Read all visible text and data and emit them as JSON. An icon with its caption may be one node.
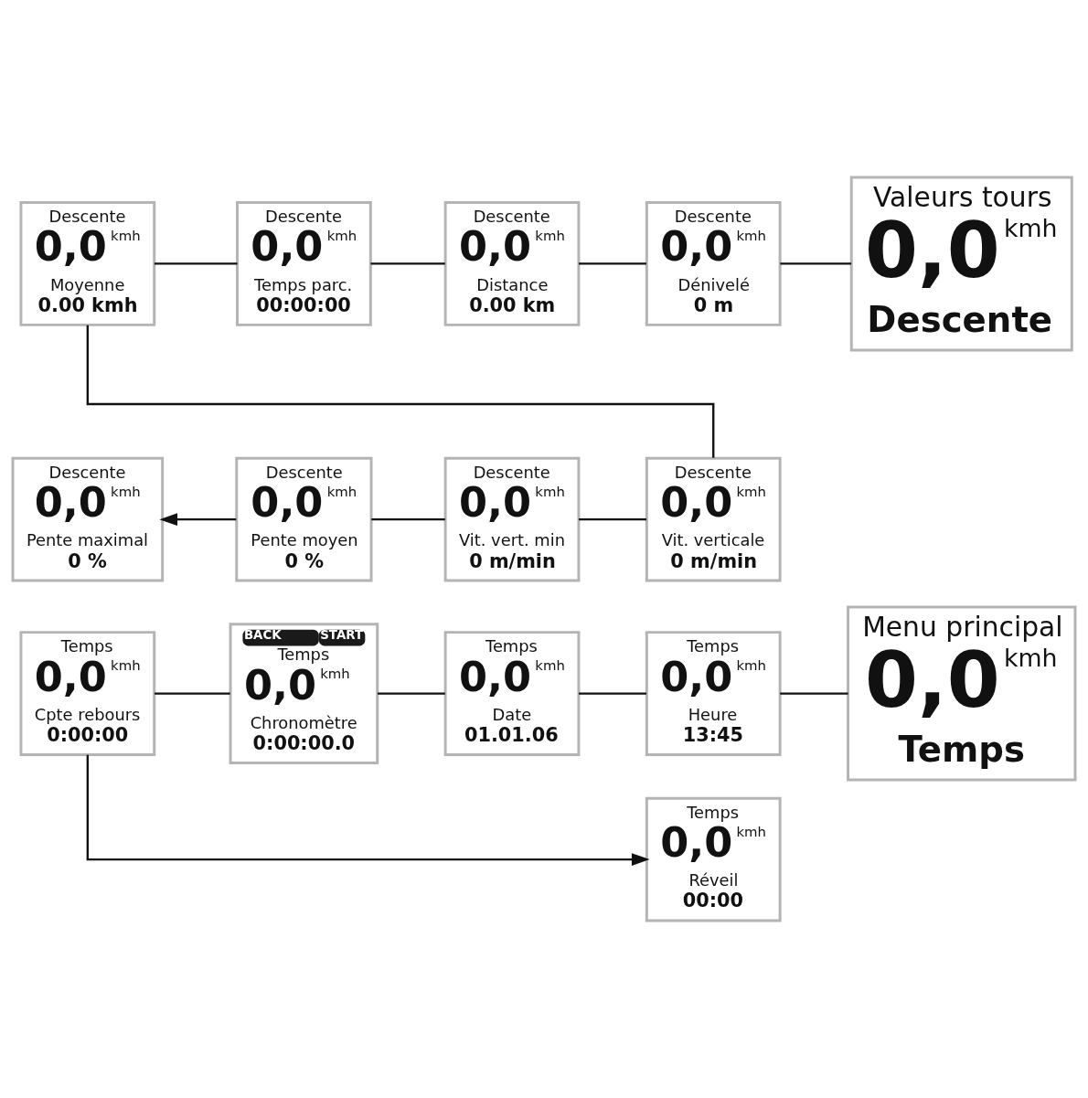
{
  "diagram": {
    "nodes": [
      {
        "text": [
          "Valeurs tours",
          "0,0",
          "kmh",
          "Descente"
        ]
      },
      {
        "text": [
          "Descente",
          "0,0",
          "kmh",
          "Moyenne",
          "0.00 kmh"
        ]
      },
      {
        "text": [
          "Descente",
          "0,0",
          "kmh",
          "Temps parc.",
          "00:00:00"
        ]
      },
      {
        "text": [
          "Descente",
          "0,0",
          "kmh",
          "Distance",
          "0.00 km"
        ]
      },
      {
        "text": [
          "Descente",
          "0,0",
          "kmh",
          "Dénivelé",
          "0 m"
        ]
      },
      {
        "text": [
          "Descente",
          "0,0",
          "kmh",
          "Pente maximal",
          "0 %"
        ]
      },
      {
        "text": [
          "Descente",
          "0,0",
          "kmh",
          "Pente moyen",
          "0 %"
        ]
      },
      {
        "text": [
          "Descente",
          "0,0",
          "kmh",
          "Vit. vert. min",
          "0 m/min"
        ]
      },
      {
        "text": [
          "Descente",
          "0,0",
          "kmh",
          "Vit. verticale",
          "0 m/min"
        ]
      },
      {
        "text": [
          "Menu principal",
          "0,0",
          "kmh",
          "Temps"
        ]
      },
      {
        "text": [
          "Temps",
          "0,0",
          "kmh",
          "Cpte rebours",
          "0:00:00"
        ]
      },
      {
        "text": [
          "BACK",
          "START",
          "Temps",
          "0,0",
          "kmh",
          "Chronomètre",
          "0:00:00.0"
        ]
      },
      {
        "text": [
          "Temps",
          "0,0",
          "kmh",
          "Date",
          "01.01.06"
        ]
      },
      {
        "text": [
          "Temps",
          "0,0",
          "kmh",
          "Heure",
          "13:45"
        ]
      },
      {
        "text": [
          "Temps",
          "0,0",
          "kmh",
          "Réveil",
          "00:00"
        ]
      }
    ],
    "edges": [
      {
        "from": 0,
        "to": 4,
        "arrow": "none"
      },
      {
        "from": 4,
        "to": 3,
        "arrow": "none"
      },
      {
        "from": 3,
        "to": 2,
        "arrow": "none"
      },
      {
        "from": 2,
        "to": 1,
        "arrow": "none"
      },
      {
        "from": 1,
        "to": 8,
        "arrow": "none"
      },
      {
        "from": 8,
        "to": 7,
        "arrow": "none"
      },
      {
        "from": 7,
        "to": 6,
        "arrow": "none"
      },
      {
        "from": 6,
        "to": 5,
        "arrow": "to"
      },
      {
        "from": 9,
        "to": 13,
        "arrow": "none"
      },
      {
        "from": 13,
        "to": 12,
        "arrow": "none"
      },
      {
        "from": 12,
        "to": 11,
        "arrow": "none"
      },
      {
        "from": 11,
        "to": 10,
        "arrow": "none"
      },
      {
        "from": 10,
        "to": 14,
        "arrow": "to"
      }
    ]
  }
}
